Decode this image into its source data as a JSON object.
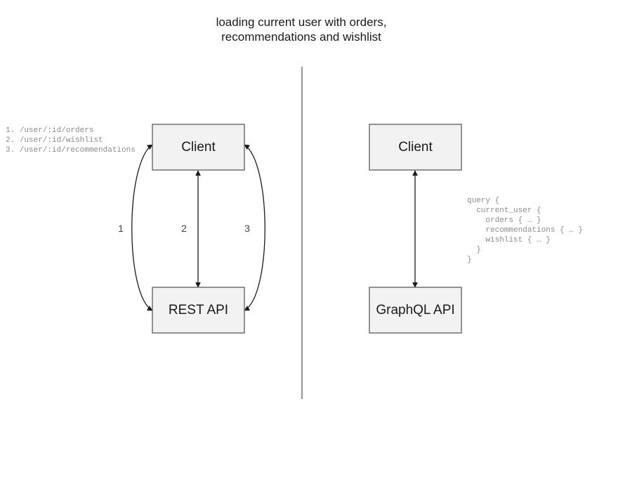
{
  "title": {
    "line1": "loading current user with orders,",
    "line2": "recommendations and wishlist"
  },
  "colors": {
    "box_fill": "#f2f2f2",
    "box_stroke": "#666666",
    "text": "#1a1a1a",
    "code_text": "#8c8c8c",
    "edge": "#1a1a1a",
    "background": "#ffffff"
  },
  "rest_section": {
    "client_node": "Client",
    "api_node": "REST API",
    "edge_labels": [
      "1",
      "2",
      "3"
    ],
    "endpoints": [
      "1. /user/:id/orders",
      "2. /user/:id/wishlist",
      "3. /user/:id/recommendations"
    ]
  },
  "graphql_section": {
    "client_node": "Client",
    "api_node": "GraphQL API",
    "query_lines": [
      "query {",
      "  current_user {",
      "    orders { … }",
      "    recommendations { … }",
      "    wishlist { … }",
      "  }",
      "}"
    ]
  }
}
